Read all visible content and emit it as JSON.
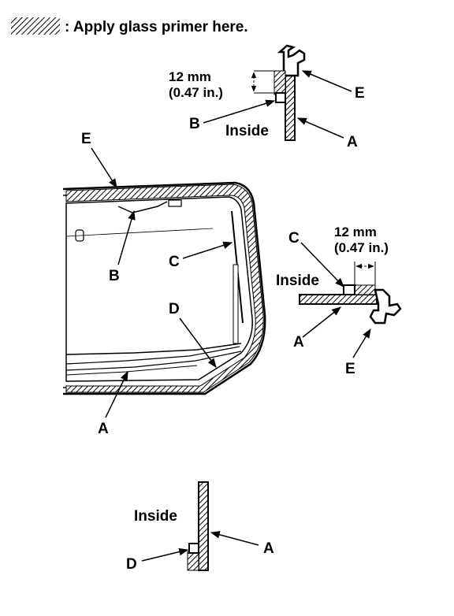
{
  "legend": {
    "text": ": Apply glass primer here."
  },
  "parts": {
    "A": "A",
    "B": "B",
    "C": "C",
    "D": "D",
    "E": "E"
  },
  "measurement": {
    "mm": "12 mm",
    "inches": "(0.47 in.)"
  },
  "side_label": "Inside"
}
